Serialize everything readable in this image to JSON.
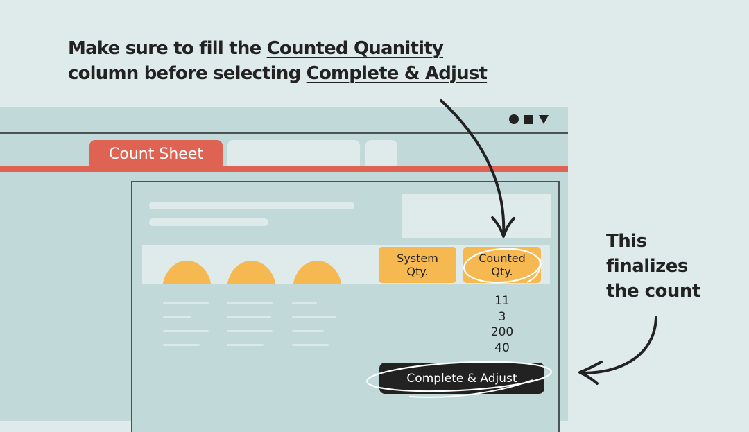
{
  "headline": {
    "line1_prefix": "Make sure to fill the ",
    "line1_link": "Counted Quanitity",
    "line2_prefix": "column before selecting ",
    "line2_link": "Complete & Adjust"
  },
  "window": {
    "controls": [
      "circle-icon",
      "square-icon",
      "triangle-down-icon"
    ],
    "tabs": [
      {
        "label": "Count Sheet",
        "active": true
      },
      {
        "label": "",
        "active": false
      },
      {
        "label": "",
        "active": false
      }
    ]
  },
  "table": {
    "columns": [
      {
        "label_line1": "System",
        "label_line2": "Qty."
      },
      {
        "label_line1": "Counted",
        "label_line2": "Qty."
      }
    ],
    "counted_values": [
      "11",
      "3",
      "200",
      "40"
    ]
  },
  "actions": {
    "complete_label": "Complete & Adjust"
  },
  "side_note": {
    "line1": "This",
    "line2": "finalizes",
    "line3": "the count"
  },
  "colors": {
    "background": "#dfebea",
    "window": "#c1d9d9",
    "accent_red": "#df6352",
    "accent_orange": "#f6b850",
    "ink": "#222222"
  }
}
